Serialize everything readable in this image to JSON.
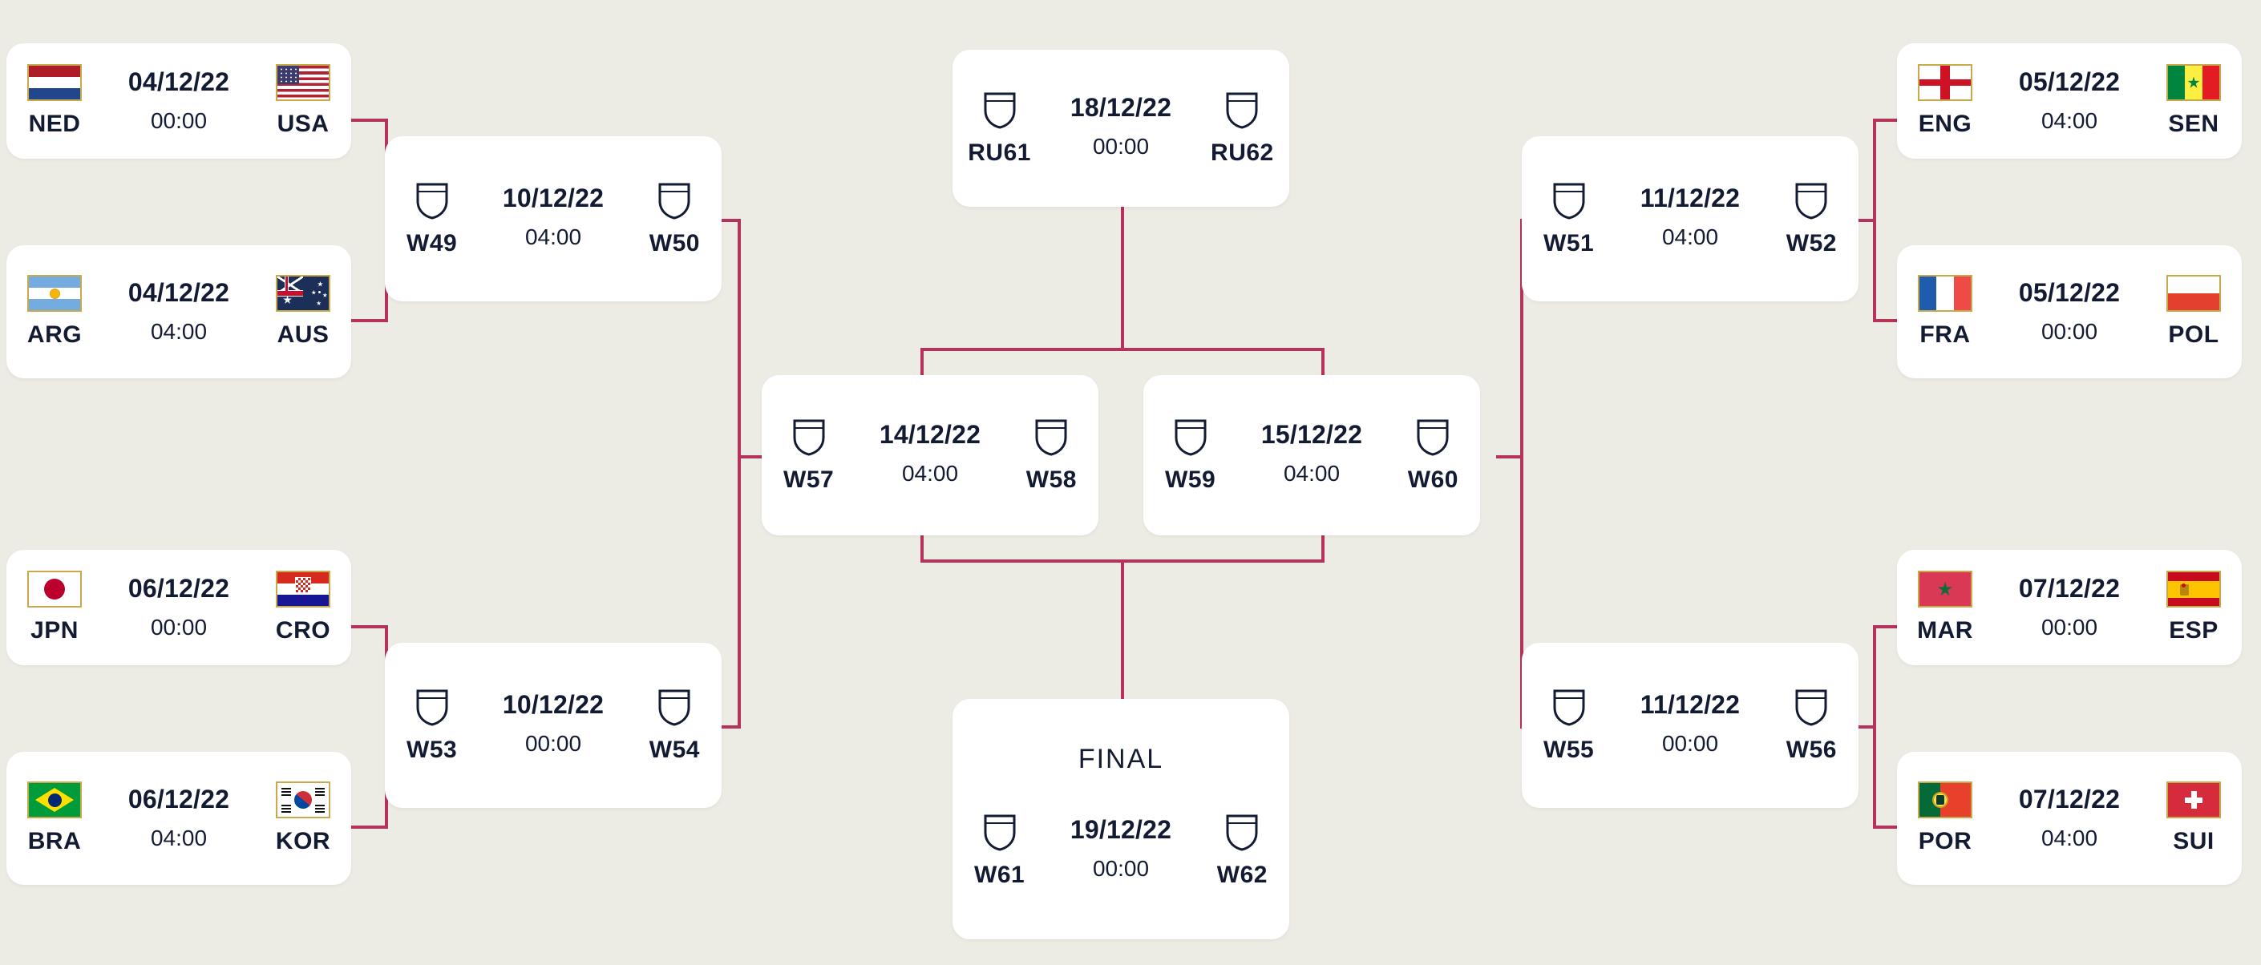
{
  "theme": {
    "background": "#edece4",
    "card_background": "#ffffff",
    "connector_color": "#b5325c",
    "text_color": "#131b33",
    "flag_border": "#c8a94e"
  },
  "icons": {
    "shield": "shield-placeholder-icon"
  },
  "labels": {
    "final": "FINAL"
  },
  "matches": {
    "r16_1": {
      "home": "NED",
      "away": "USA",
      "date": "04/12/22",
      "time": "00:00",
      "home_flag": "ned",
      "away_flag": "usa"
    },
    "r16_2": {
      "home": "ARG",
      "away": "AUS",
      "date": "04/12/22",
      "time": "04:00",
      "home_flag": "arg",
      "away_flag": "aus"
    },
    "r16_3": {
      "home": "JPN",
      "away": "CRO",
      "date": "06/12/22",
      "time": "00:00",
      "home_flag": "jpn",
      "away_flag": "cro"
    },
    "r16_4": {
      "home": "BRA",
      "away": "KOR",
      "date": "06/12/22",
      "time": "04:00",
      "home_flag": "bra",
      "away_flag": "kor"
    },
    "r16_5": {
      "home": "ENG",
      "away": "SEN",
      "date": "05/12/22",
      "time": "04:00",
      "home_flag": "eng",
      "away_flag": "sen"
    },
    "r16_6": {
      "home": "FRA",
      "away": "POL",
      "date": "05/12/22",
      "time": "00:00",
      "home_flag": "fra",
      "away_flag": "pol"
    },
    "r16_7": {
      "home": "MAR",
      "away": "ESP",
      "date": "07/12/22",
      "time": "00:00",
      "home_flag": "mar",
      "away_flag": "esp"
    },
    "r16_8": {
      "home": "POR",
      "away": "SUI",
      "date": "07/12/22",
      "time": "04:00",
      "home_flag": "por",
      "away_flag": "sui"
    },
    "qf_1": {
      "home": "W49",
      "away": "W50",
      "date": "10/12/22",
      "time": "04:00"
    },
    "qf_2": {
      "home": "W53",
      "away": "W54",
      "date": "10/12/22",
      "time": "00:00"
    },
    "qf_3": {
      "home": "W51",
      "away": "W52",
      "date": "11/12/22",
      "time": "04:00"
    },
    "qf_4": {
      "home": "W55",
      "away": "W56",
      "date": "11/12/22",
      "time": "00:00"
    },
    "sf_1": {
      "home": "W57",
      "away": "W58",
      "date": "14/12/22",
      "time": "04:00"
    },
    "sf_2": {
      "home": "W59",
      "away": "W60",
      "date": "15/12/22",
      "time": "04:00"
    },
    "third": {
      "home": "RU61",
      "away": "RU62",
      "date": "18/12/22",
      "time": "00:00"
    },
    "final": {
      "home": "W61",
      "away": "W62",
      "date": "19/12/22",
      "time": "00:00"
    }
  }
}
